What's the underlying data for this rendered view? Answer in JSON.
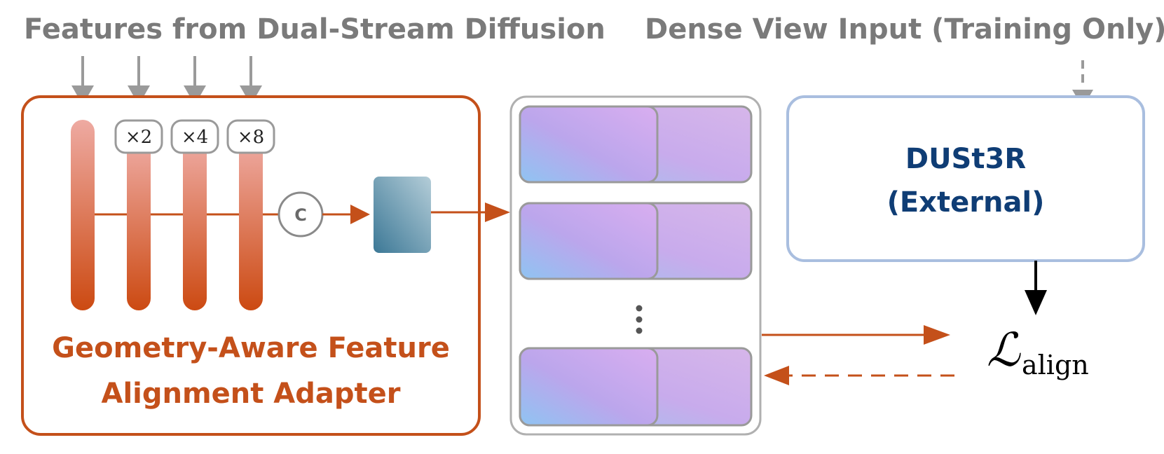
{
  "headers": {
    "features_title": "Features from Dual-Stream Diffusion",
    "dense_view_title": "Dense View Input (Training Only)"
  },
  "adapter": {
    "title_line1": "Geometry-Aware Feature",
    "title_line2": "Alignment Adapter",
    "scales": [
      "×2",
      "×4",
      "×8"
    ],
    "concat_symbol": "C"
  },
  "dust3r": {
    "title_line1": "DUSt3R",
    "title_line2": "(External)"
  },
  "loss": {
    "symbol": "ℒ",
    "subscript": "align"
  },
  "colors": {
    "adapter_accent": "#c4501a",
    "gray": "#9a9a9a",
    "dust3r_border": "#a9bedf",
    "dust3r_text": "#0f3d75"
  }
}
